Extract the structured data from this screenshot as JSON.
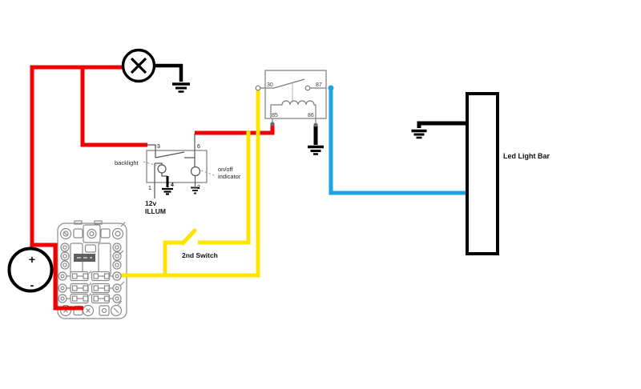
{
  "diagram": {
    "type": "automotive wiring diagram",
    "components": [
      "battery",
      "fuse-box",
      "dome-lamp",
      "lighted-rocker-switch",
      "second-switch",
      "relay",
      "led-light-bar",
      "grounds"
    ]
  },
  "colors": {
    "red": "#f20000",
    "yellow": "#ffe400",
    "blue": "#1aa5e1",
    "black": "#000000"
  },
  "relay": {
    "pin30": "30",
    "pin87": "87",
    "pin85": "85",
    "pin86": "86"
  },
  "rocker_switch": {
    "pin3": "3",
    "pin6": "6",
    "pin1": "1",
    "pin4": "4",
    "pin2": "2",
    "backlight": "backlight",
    "indicator_line1": "on/off",
    "indicator_line2": "indicator",
    "illum_line1": "12v",
    "illum_line2": "ILLUM"
  },
  "second_switch": {
    "label": "2nd Switch"
  },
  "led_bar": {
    "label": "Led Light Bar"
  },
  "battery": {
    "positive": "+",
    "negative": "-"
  }
}
